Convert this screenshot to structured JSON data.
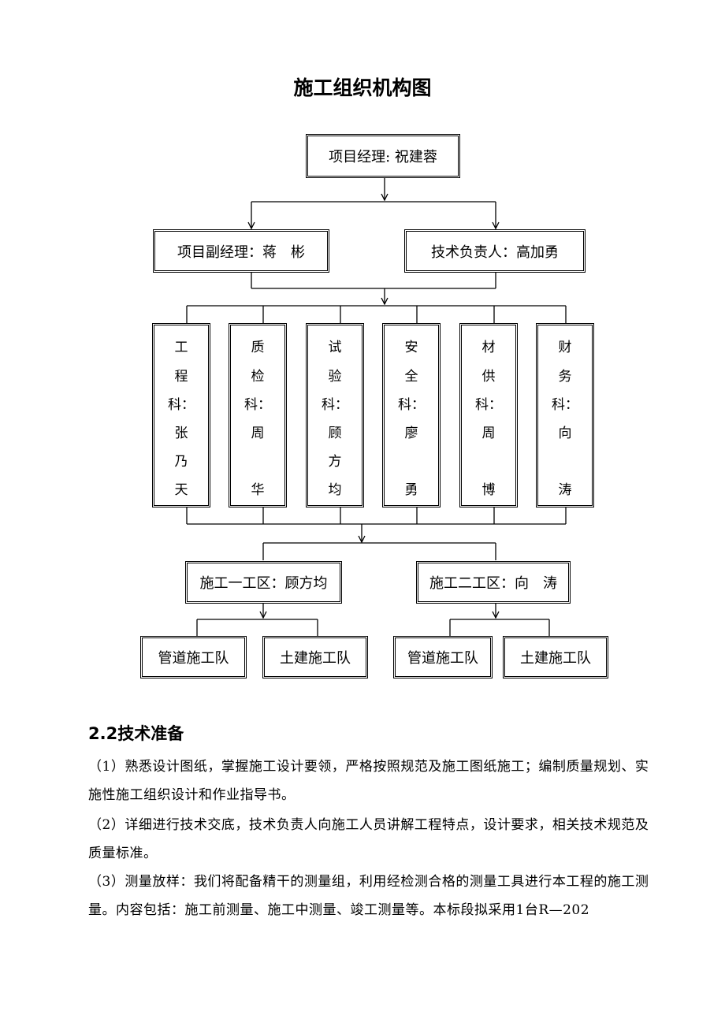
{
  "title": "施工组织机构图",
  "org": {
    "manager": "项目经理: 祝建蓉",
    "deputy_manager": "项目副经理：蒋　彬",
    "tech_lead": "技术负责人：高加勇",
    "departments": [
      {
        "chars": [
          "工",
          "程",
          "科：",
          "张",
          "乃",
          "天"
        ]
      },
      {
        "chars": [
          "质",
          "检",
          "科：",
          "周",
          "",
          "华"
        ]
      },
      {
        "chars": [
          "试",
          "验",
          "科：",
          "顾",
          "方",
          "均"
        ]
      },
      {
        "chars": [
          "安",
          "全",
          "科：",
          "廖",
          "",
          "勇"
        ]
      },
      {
        "chars": [
          "材",
          "供",
          "科：",
          "周",
          "",
          "博"
        ]
      },
      {
        "chars": [
          "财",
          "务",
          "科：",
          "向",
          "",
          "涛"
        ]
      }
    ],
    "zone1": "施工一工区：顾方均",
    "zone2": "施工二工区：向　涛",
    "teams": [
      "管道施工队",
      "土建施工队",
      "管道施工队",
      "土建施工队"
    ]
  },
  "section": {
    "heading": "2.2技术准备",
    "paragraphs": [
      "（1）熟悉设计图纸，掌握施工设计要领，严格按照规范及施工图纸施工；编制质量规划、实施性施工组织设计和作业指导书。",
      "（2）详细进行技术交底，技术负责人向施工人员讲解工程特点，设计要求，相关技术规范及质量标准。",
      "（3）测量放样：我们将配备精干的测量组，利用经检测合格的测量工具进行本工程的施工测量。内容包括：施工前测量、施工中测量、竣工测量等。本标段拟采用1台R—202"
    ]
  }
}
